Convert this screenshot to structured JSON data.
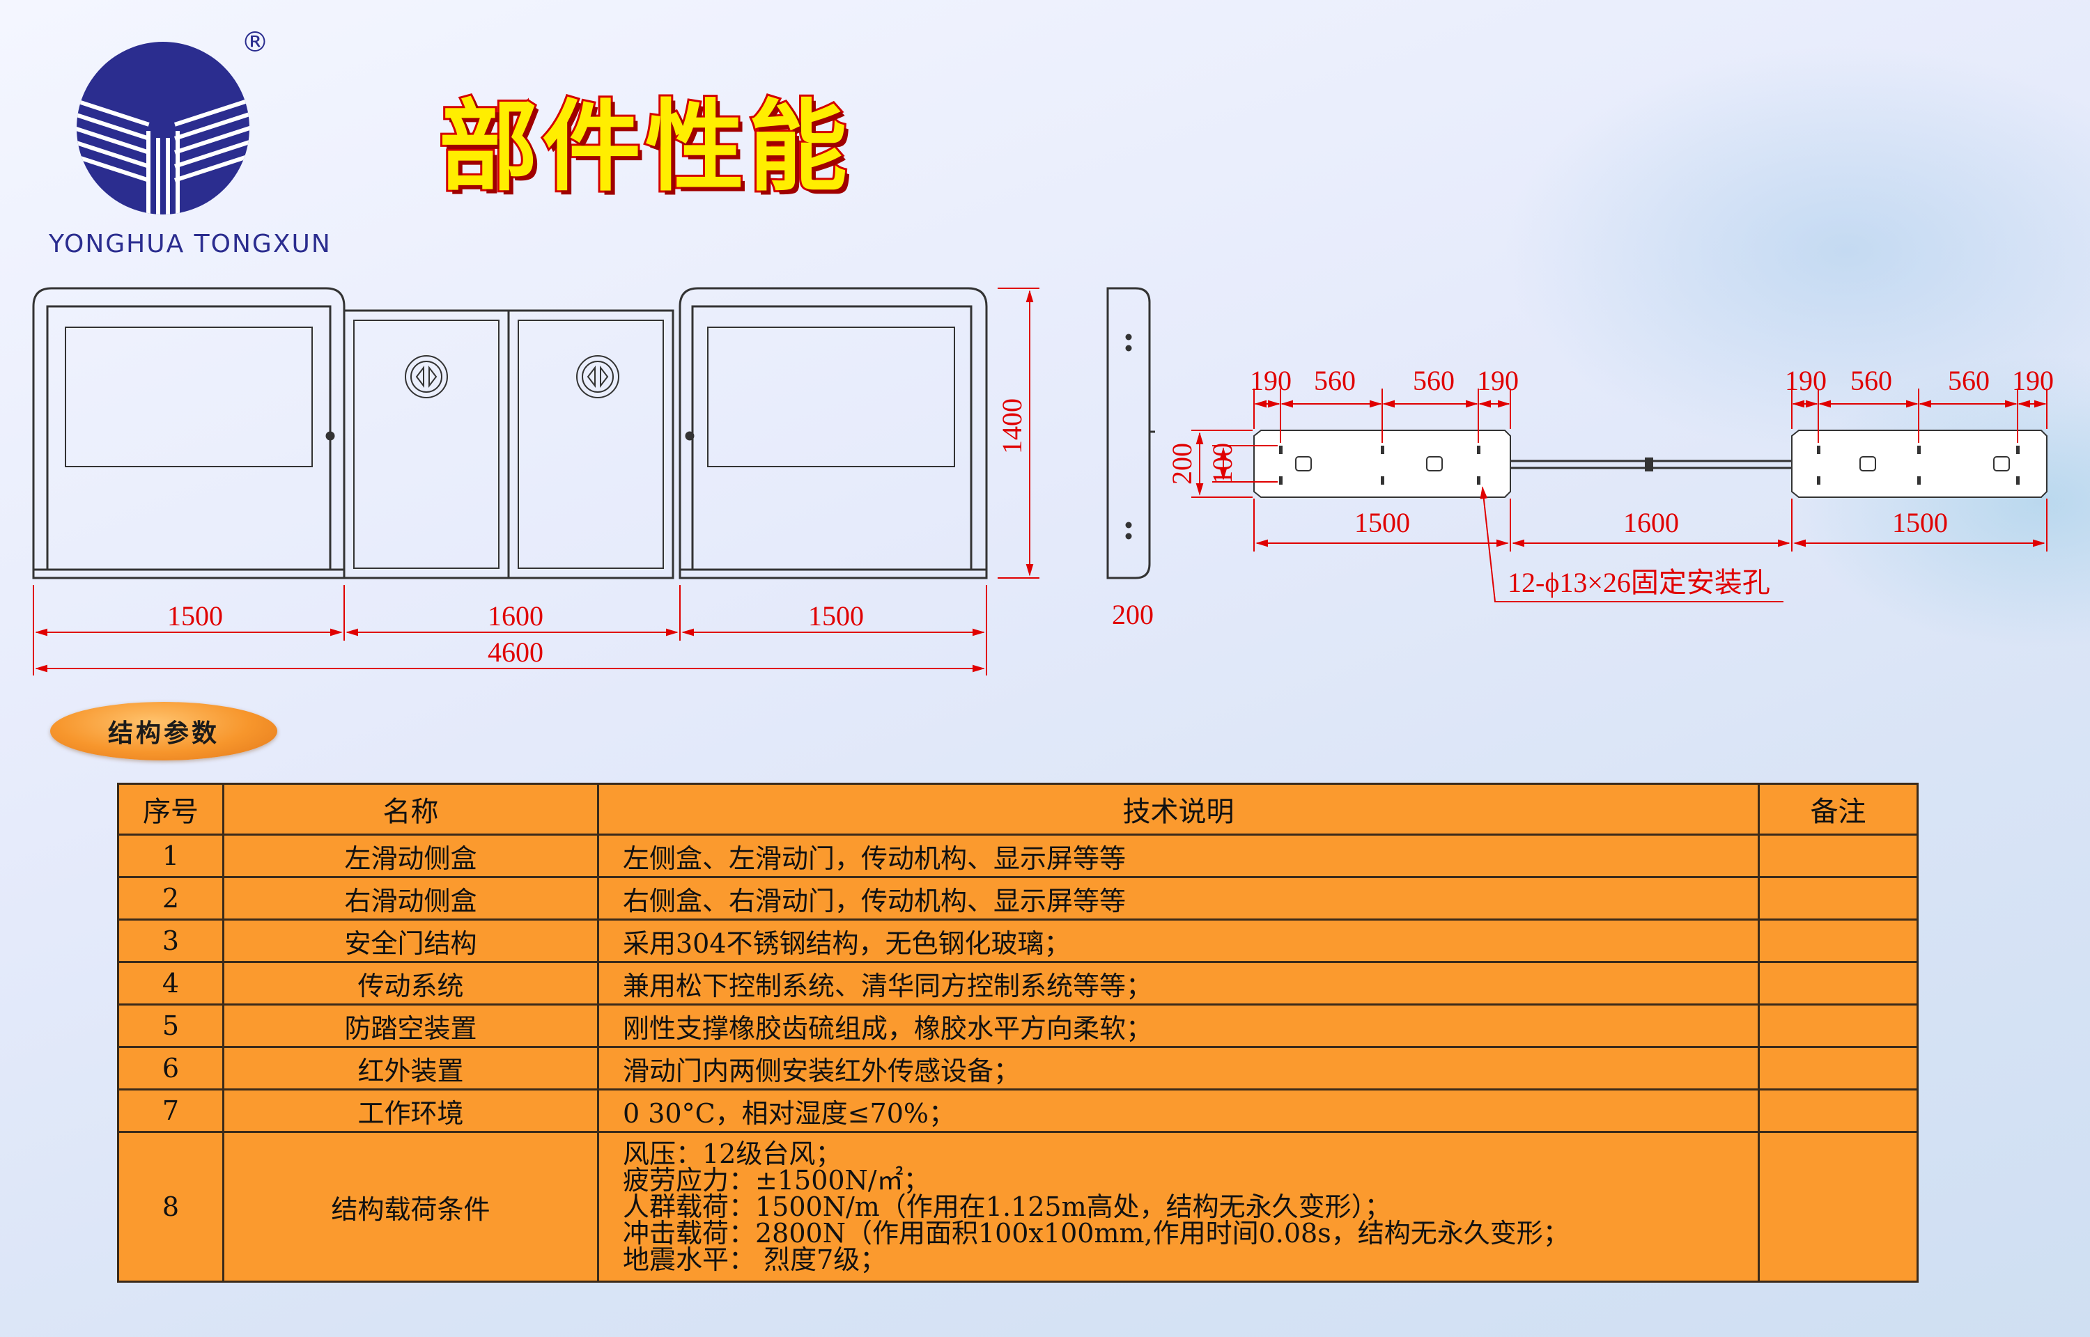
{
  "brand": {
    "name": "YONGHUA TONGXUN",
    "registered_mark": "®",
    "colors": {
      "logo_blue": "#2b2d8f"
    }
  },
  "page_title": "部件性能",
  "drawing": {
    "front_view": {
      "height_dim": "1400",
      "widths": [
        "1500",
        "1600",
        "1500"
      ],
      "total_width": "4600"
    },
    "side_view": {
      "depth_dim": "200"
    },
    "base_plan": {
      "left_spacing": [
        "190",
        "560",
        "560",
        "190"
      ],
      "right_spacing": [
        "190",
        "560",
        "560",
        "190"
      ],
      "depth_outer": "200",
      "depth_inner": "100",
      "segments": [
        "1500",
        "1600",
        "1500"
      ],
      "hole_note": "12-ϕ13×26固定安装孔"
    },
    "colors": {
      "dimension": "#e00000",
      "outline": "#333333"
    }
  },
  "section_title": "结构参数",
  "table": {
    "headers": [
      "序号",
      "名称",
      "技术说明",
      "备注"
    ],
    "rows": [
      {
        "no": "1",
        "name": "左滑动侧盒",
        "desc": "左侧盒、左滑动门，传动机构、显示屏等等",
        "note": ""
      },
      {
        "no": "2",
        "name": "右滑动侧盒",
        "desc": "右侧盒、右滑动门，传动机构、显示屏等等",
        "note": ""
      },
      {
        "no": "3",
        "name": "安全门结构",
        "desc": "采用304不锈钢结构，无色钢化玻璃；",
        "note": ""
      },
      {
        "no": "4",
        "name": "传动系统",
        "desc": "兼用松下控制系统、清华同方控制系统等等；",
        "note": ""
      },
      {
        "no": "5",
        "name": "防踏空装置",
        "desc": "刚性支撑橡胶齿硫组成，橡胶水平方向柔软；",
        "note": ""
      },
      {
        "no": "6",
        "name": "红外装置",
        "desc": "滑动门内两侧安装红外传感设备；",
        "note": ""
      },
      {
        "no": "7",
        "name": "工作环境",
        "desc": "0  30°C，相对湿度≤70%；",
        "note": ""
      }
    ],
    "row8": {
      "no": "8",
      "name": "结构载荷条件",
      "lines": [
        "风压：12级台风；",
        "疲劳应力：±1500N/㎡；",
        "人群载荷：1500N/m（作用在1.125m高处，结构无永久变形）；",
        "冲击载荷：2800N（作用面积100x100mm,作用时间0.08s，结构无永久变形；",
        "地震水平：  烈度7级；"
      ],
      "note": ""
    },
    "colors": {
      "fill": "#fb9a2e",
      "border": "#3a2a1a"
    }
  }
}
